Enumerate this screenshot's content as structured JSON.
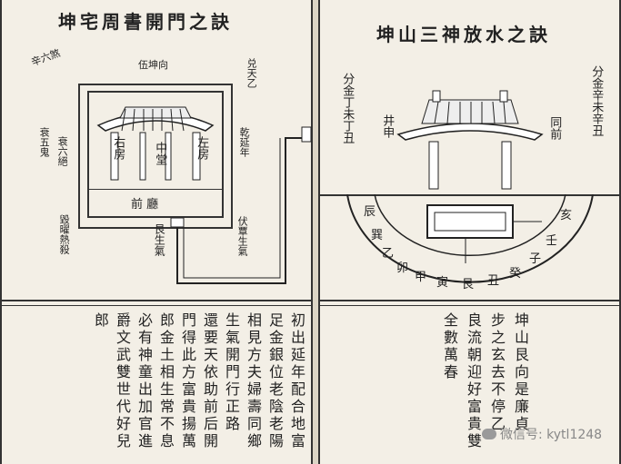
{
  "left": {
    "title": "坤宅周書開門之訣",
    "diagram": {
      "top_label": "伍坤向",
      "top_left_label": "辛六煞",
      "left_labels": [
        "衰五鬼",
        "衰六絕",
        "毀曜熱殺"
      ],
      "right_labels": [
        "兑天乙",
        "乾延年",
        "伏覃生氣"
      ],
      "rooms": {
        "left": "右房",
        "center": "中堂",
        "right": "左房",
        "hall": "前 廳"
      },
      "gate_label": "艮生氣"
    },
    "text_columns": [
      "初出延年配合地富",
      "足金銀位老陰老陽",
      "相見方夫婦壽同鄉",
      "生氣開門行正路",
      "還要天依助前后開",
      "門得此方富貴揚萬",
      "郎金土相生常不息",
      "必有神童出加官進",
      "爵文武雙世代好兒",
      "郎"
    ]
  },
  "right": {
    "title": "坤山三神放水之訣",
    "labels": {
      "left_outer": "分金丁未丁丑",
      "left_inner": "井申",
      "right_outer": "分金辛未辛丑",
      "right_inner": "同前"
    },
    "zodiac": [
      "辰",
      "巽",
      "乙",
      "卯",
      "甲",
      "寅",
      "艮",
      "丑",
      "癸",
      "子",
      "壬",
      "亥"
    ],
    "text_columns": [
      "坤山艮向是廉貞",
      "步之玄去不停乙",
      "良流朝迎好富貴雙",
      "全數萬春"
    ]
  },
  "watermark": "微信号: kytl1248"
}
